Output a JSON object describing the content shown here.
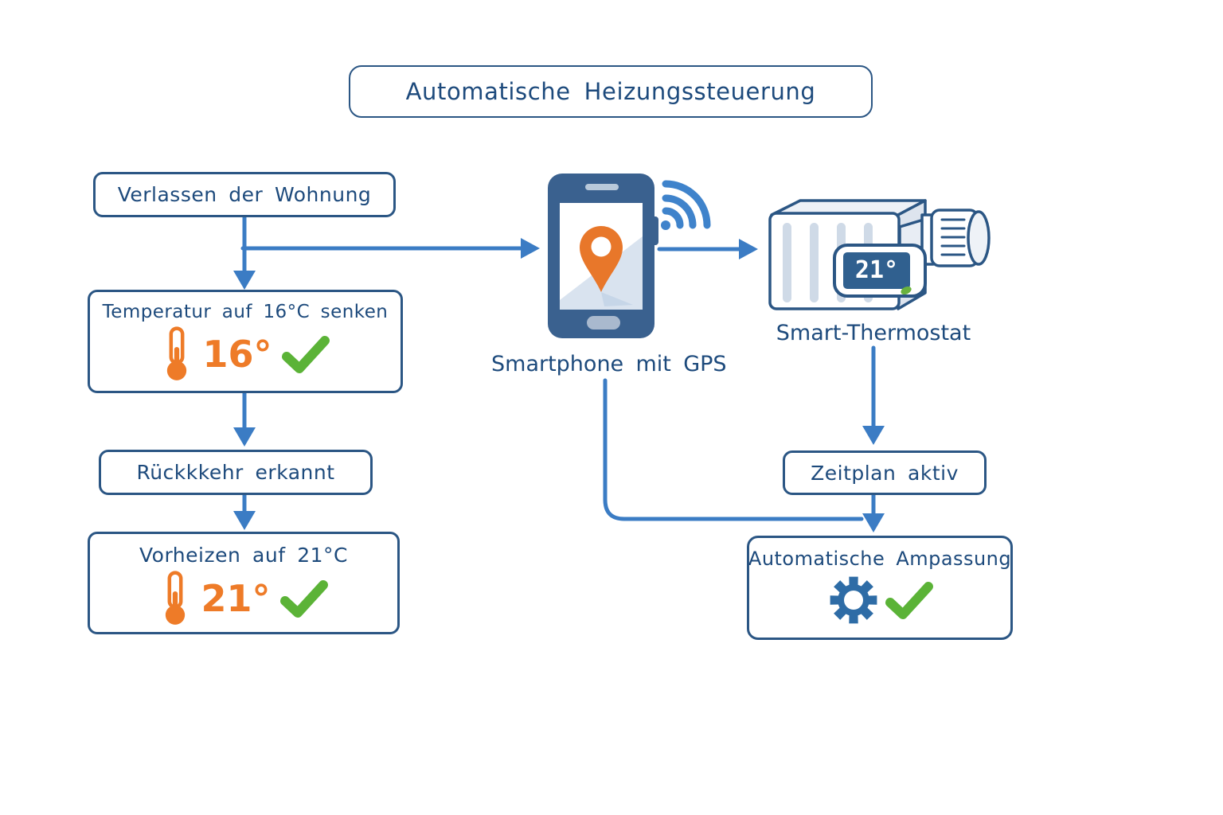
{
  "title": "Automatische Heizungssteuerung",
  "flow_left": {
    "step1": {
      "label": "Verlassen der Wohnung"
    },
    "step2": {
      "label": "Temperatur auf 16°C senken",
      "value": "16°"
    },
    "step3": {
      "label": "Rückkkehr erkannt"
    },
    "step4": {
      "label": "Vorheizen auf 21°C",
      "value": "21°"
    }
  },
  "devices": {
    "smartphone": {
      "label": "Smartphone mit GPS"
    },
    "thermostat": {
      "label": "Smart-Thermostat",
      "display": "21°"
    }
  },
  "flow_right": {
    "step1": {
      "label": "Zeitplan aktiv"
    },
    "step2": {
      "label": "Automatische Ampassung"
    }
  },
  "icons": {
    "smartphone_screen": "location-pin",
    "smartphone_signal": "wifi-signal",
    "temperature_steps": "thermometer",
    "confirmation": "green-checkmark",
    "automation": "gear",
    "thermostat_eco": "leaf"
  },
  "colors": {
    "box_border": "#2b5684",
    "text_navy": "#1d4a7c",
    "arrow_blue": "#3b7cc4",
    "orange": "#ee7b28",
    "green": "#5bb337",
    "gear_blue": "#2e6ca6",
    "phone_body": "#3a618f",
    "display_screen": "#30608f"
  }
}
